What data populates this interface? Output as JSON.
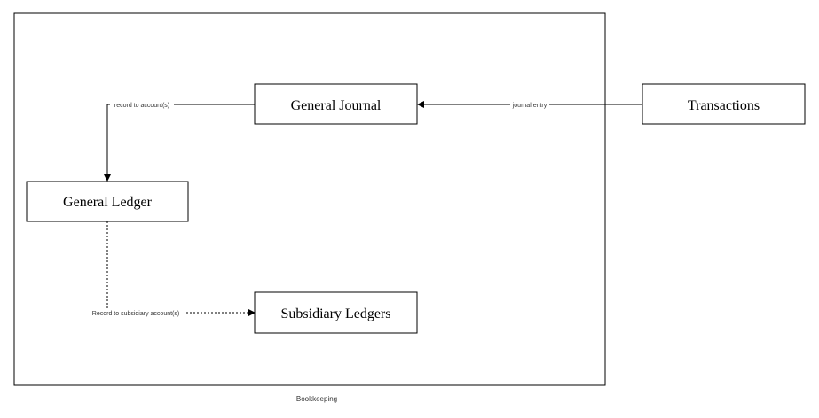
{
  "diagram": {
    "container": {
      "label": "Bookkeeping"
    },
    "nodes": {
      "general_journal": "General Journal",
      "transactions": "Transactions",
      "general_ledger": "General Ledger",
      "subsidiary_ledgers": "Subsidiary Ledgers"
    },
    "edges": {
      "journal_entry": "journal entry",
      "record_to_accounts": "record to account(s)",
      "record_to_subsidiary": "Record to subsidiary account(s)"
    },
    "colors": {
      "stroke": "#000000",
      "background": "#ffffff",
      "label_text": "#333333"
    }
  }
}
